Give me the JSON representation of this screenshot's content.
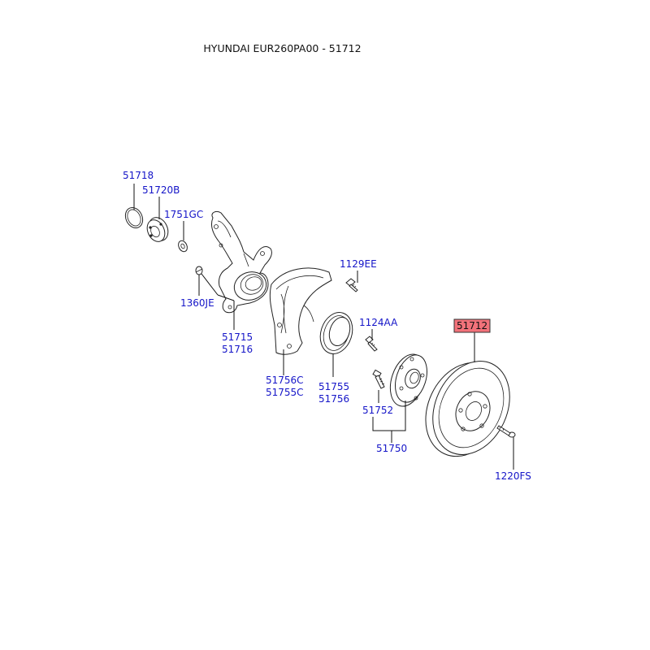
{
  "title": "HYUNDAI EUR260PA00 - 51712",
  "highlight_color": "#f2727a",
  "label_color": "#1515c8",
  "labels": {
    "l51718": "51718",
    "l51720b": "51720B",
    "l1751gc": "1751GC",
    "l1360je": "1360JE",
    "l51715": "51715",
    "l51716": "51716",
    "l51756c": "51756C",
    "l51755c": "51755C",
    "l51755": "51755",
    "l51756": "51756",
    "l1129ee": "1129EE",
    "l1124aa": "1124AA",
    "l51752": "51752",
    "l51750": "51750",
    "l51712": "51712",
    "l1220fs": "1220FS"
  }
}
